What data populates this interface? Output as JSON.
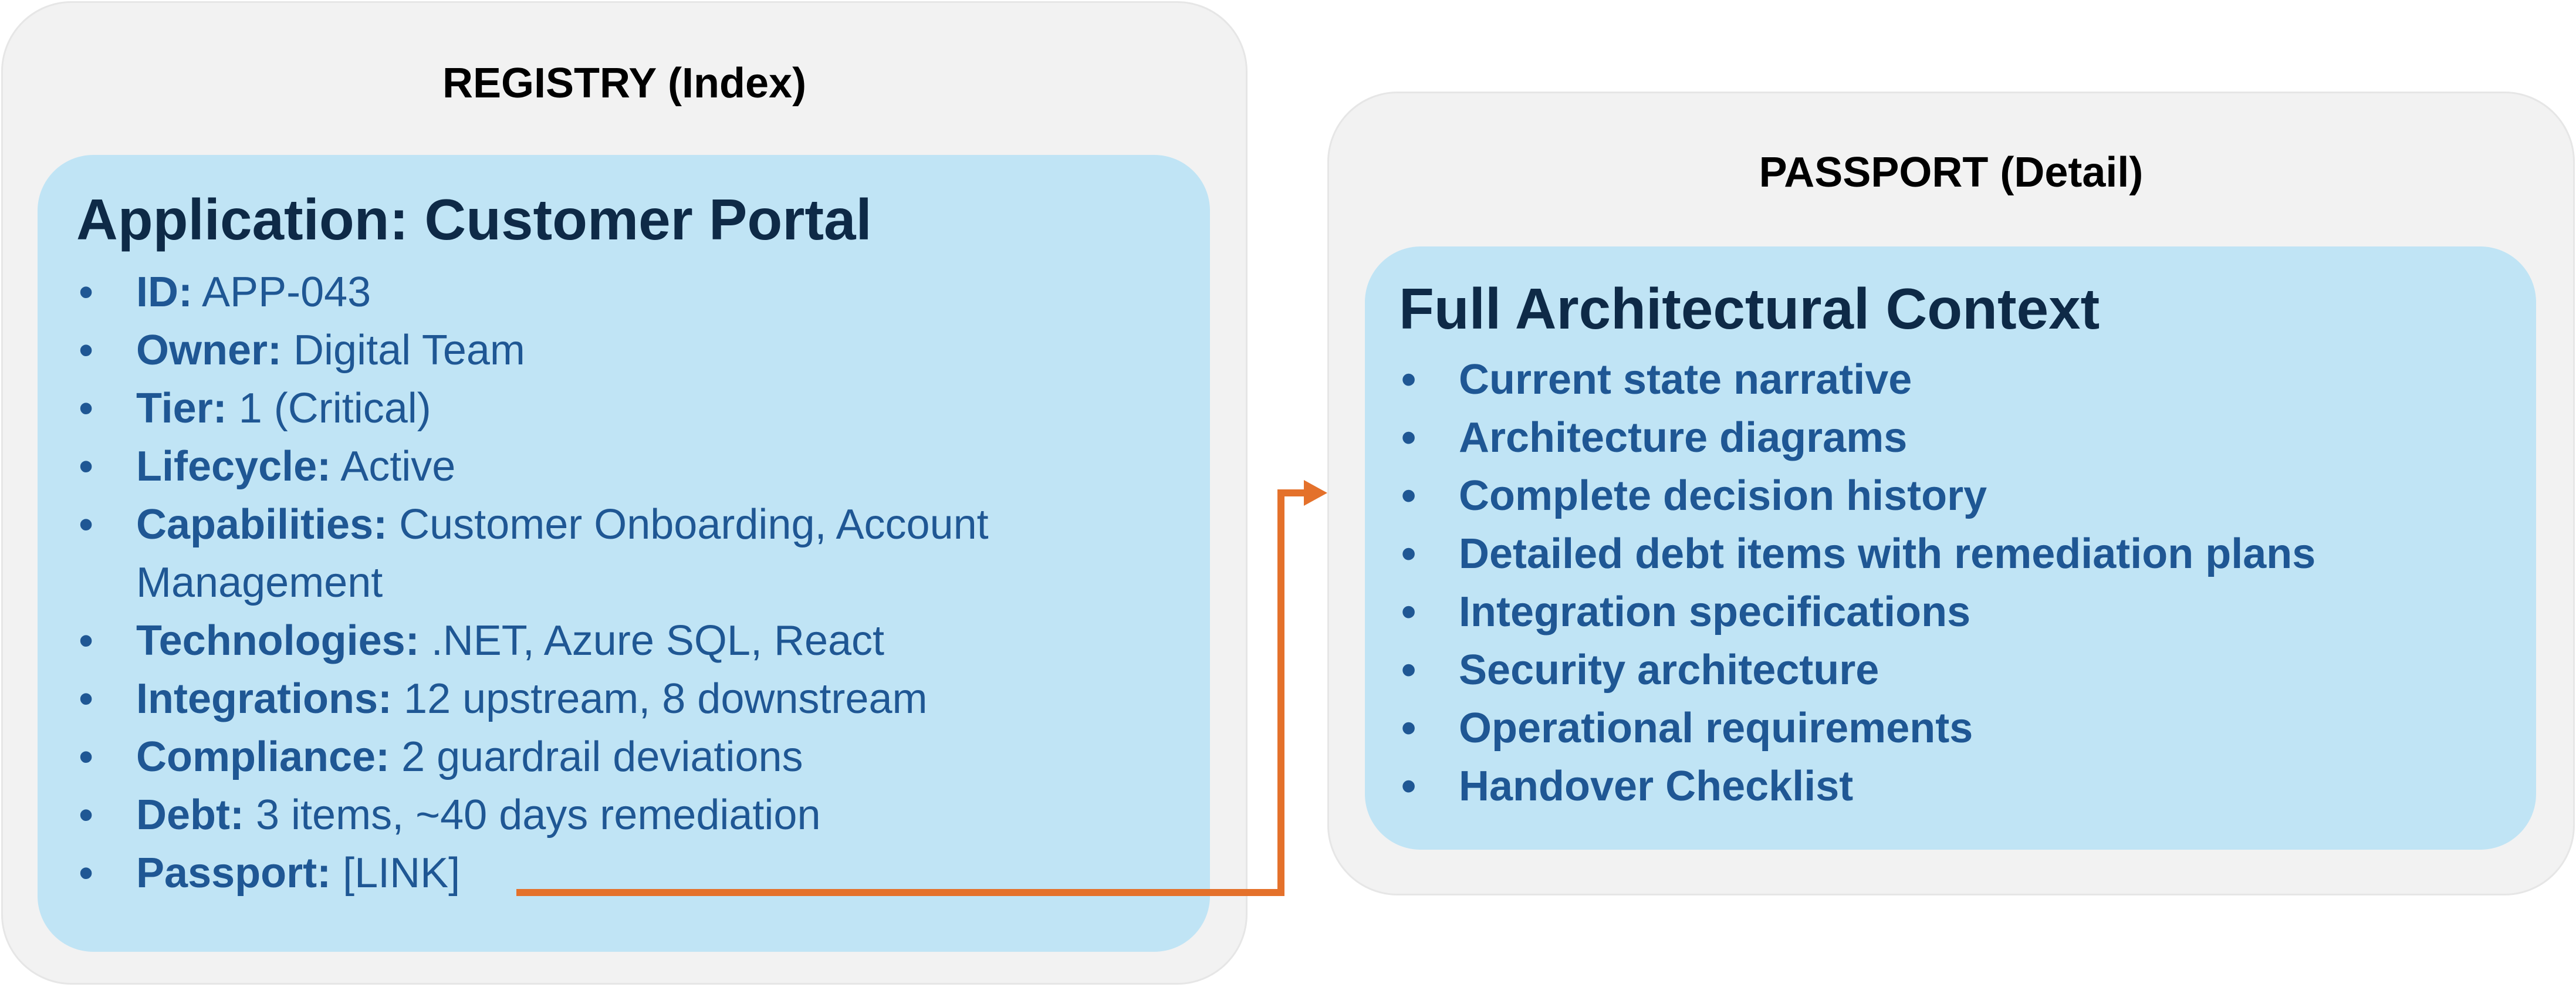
{
  "colors": {
    "panel_background": "#f2f2f2",
    "card_background": "#c0e4f5",
    "card_title": "#0e2a47",
    "item_text": "#1f5794",
    "connector": "#e4712b"
  },
  "registry": {
    "title": "REGISTRY (Index)",
    "card_title": "Application: Customer Portal",
    "items": [
      {
        "label": "ID:",
        "value": "APP-043"
      },
      {
        "label": "Owner:",
        "value": "Digital Team"
      },
      {
        "label": "Tier:",
        "value": "1 (Critical)"
      },
      {
        "label": "Lifecycle:",
        "value": "Active"
      },
      {
        "label": "Capabilities:",
        "value": "Customer Onboarding, Account Management"
      },
      {
        "label": "Technologies:",
        "value": ".NET, Azure SQL, React"
      },
      {
        "label": "Integrations:",
        "value": "12 upstream, 8 downstream"
      },
      {
        "label": "Compliance:",
        "value": "2 guardrail deviations"
      },
      {
        "label": "Debt:",
        "value": "3 items, ~40 days remediation"
      },
      {
        "label": "Passport:",
        "value": "[LINK]"
      }
    ]
  },
  "passport": {
    "title": "PASSPORT (Detail)",
    "card_title": "Full Architectural Context",
    "items": [
      "Current state narrative",
      "Architecture diagrams",
      "Complete decision history",
      "Detailed debt items with remediation plans",
      "Integration specifications",
      "Security architecture",
      "Operational requirements",
      "Handover Checklist"
    ]
  }
}
